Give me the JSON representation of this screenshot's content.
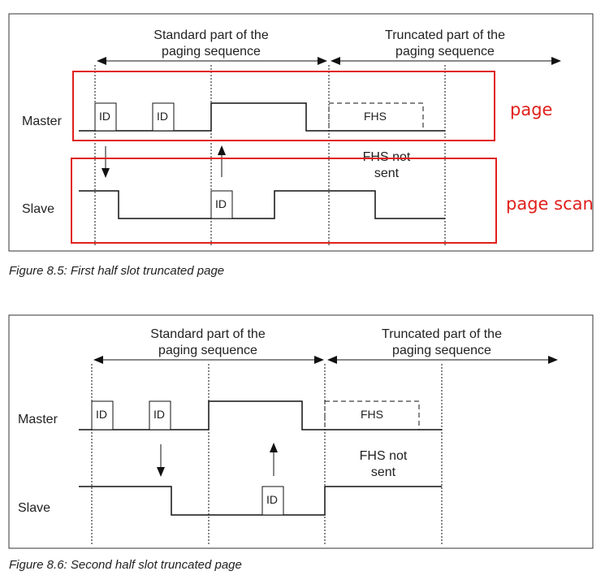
{
  "figures": [
    {
      "caption": "Figure 8.5:  First half slot truncated page",
      "standard_label": [
        "Standard part of the",
        "paging sequence"
      ],
      "truncated_label": [
        "Truncated part of the",
        "paging sequence"
      ],
      "master_label": "Master",
      "slave_label": "Slave",
      "id_label": "ID",
      "fhs_label": "FHS",
      "fhs_not_sent": [
        "FHS not",
        "sent"
      ],
      "annotation_page": "page",
      "annotation_page_scan": "page scan"
    },
    {
      "caption": "Figure 8.6:  Second half slot truncated page",
      "standard_label": [
        "Standard part of the",
        "paging sequence"
      ],
      "truncated_label": [
        "Truncated part of the",
        "paging sequence"
      ],
      "master_label": "Master",
      "slave_label": "Slave",
      "id_label": "ID",
      "fhs_label": "FHS",
      "fhs_not_sent": [
        "FHS not",
        "sent"
      ]
    }
  ],
  "colors": {
    "line": "#111111",
    "frame": "#333333",
    "annotation": "#e0201c"
  }
}
